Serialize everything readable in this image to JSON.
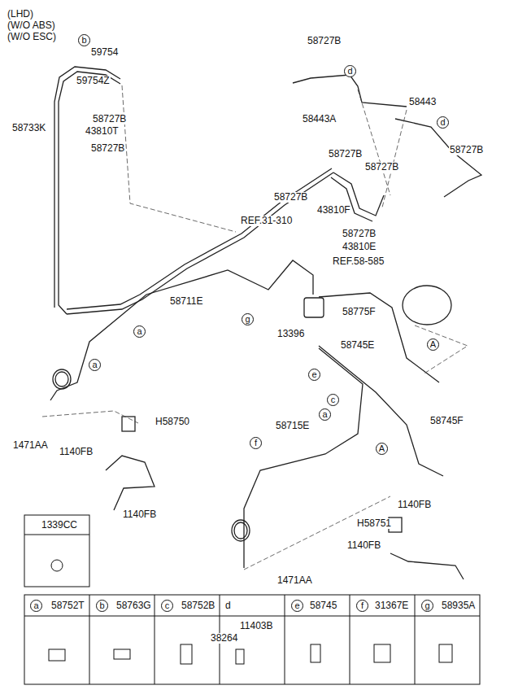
{
  "diagram": {
    "nodes": [
      {
        "text": [
          "b"
        ]
      },
      {
        "text": [
          "d"
        ]
      },
      {
        "text": [
          "d"
        ]
      },
      {
        "text": [
          "a"
        ]
      },
      {
        "text": [
          "g"
        ]
      },
      {
        "text": [
          "a"
        ]
      },
      {
        "text": [
          "e"
        ]
      },
      {
        "text": [
          "c"
        ]
      },
      {
        "text": [
          "a"
        ]
      },
      {
        "text": [
          "f"
        ]
      },
      {
        "text": [
          "A"
        ]
      },
      {
        "text": [
          "A"
        ]
      },
      {
        "text": [
          "a"
        ]
      },
      {
        "text": [
          "b"
        ]
      },
      {
        "text": [
          "c"
        ]
      },
      {
        "text": [
          "e"
        ]
      },
      {
        "text": [
          "f"
        ]
      },
      {
        "text": [
          "g"
        ]
      }
    ],
    "labels": [
      "(LHD)",
      "(W/O ABS)",
      "(W/O ESC)",
      "59754",
      "59754Z",
      "58733K",
      "58727B",
      "43810T",
      "58727B",
      "58727B",
      "58443A",
      "58443",
      "58727B",
      "58727B",
      "58727B",
      "58727B",
      "43810F",
      "58727B",
      "43810E",
      "REF.31-310",
      "REF.58-585",
      "58711E",
      "58775F",
      "13396",
      "58745E",
      "58745F",
      "58715E",
      "1471AA",
      "1140FB",
      "H58750",
      "1140FB",
      "1339CC",
      "H58751",
      "1140FB",
      "1140FB",
      "1471AA",
      "58752T",
      "58763G",
      "58752B",
      "d",
      "11403B",
      "38264",
      "58745",
      "31367E",
      "58935A"
    ]
  }
}
